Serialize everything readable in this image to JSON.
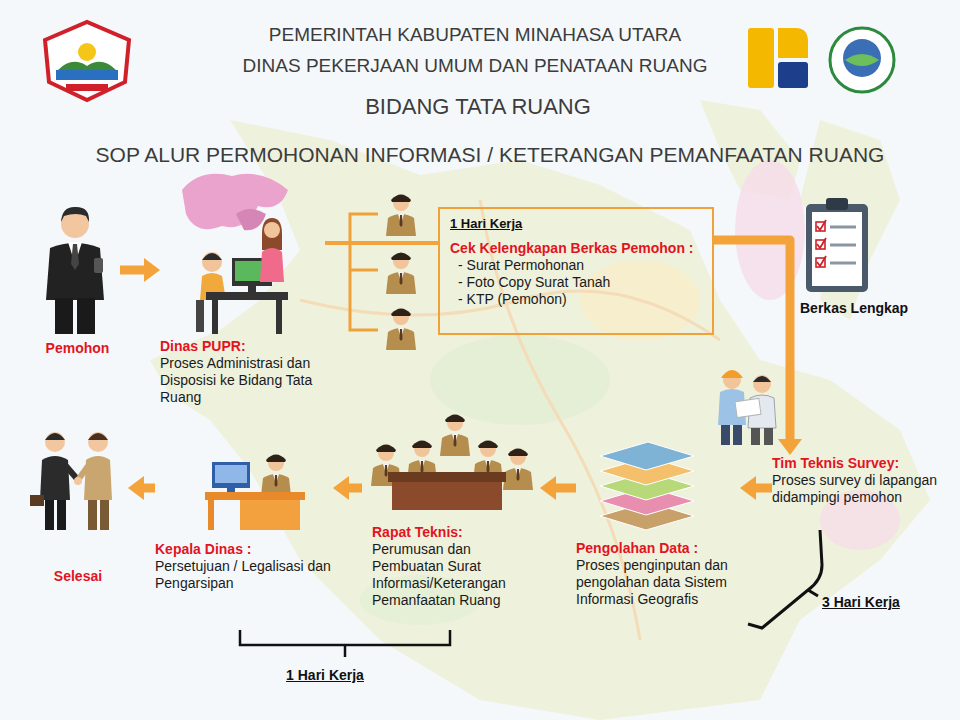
{
  "diagram": {
    "title": "SOP ALUR PERMOHONAN INFORMASI / KETERANGAN PEMANFAATAN RUANG",
    "nodes": [
      {
        "text": [
          "Pemohon"
        ]
      },
      {
        "text": [
          "Dinas PUPR:",
          "Proses Administrasi dan Disposisi ke Bidang Tata Ruang"
        ]
      },
      {
        "text": [
          "1 Hari Kerja",
          "Cek Kelengkapan Berkas Pemohon :",
          "- Surat Permohonan",
          "- Foto Copy Surat Tanah",
          "- KTP (Pemohon)"
        ]
      },
      {
        "text": [
          "Tim Teknis Survey:",
          "Proses survey di lapangan didampingi pemohon"
        ]
      },
      {
        "text": [
          "Pengolahan Data :",
          "Proses penginputan dan pengolahan data Sistem Informasi Geografis"
        ]
      },
      {
        "text": [
          "Rapat Teknis:",
          "Perumusan dan Pembuatan Surat Informasi/Keterangan Pemanfaatan Ruang"
        ]
      },
      {
        "text": [
          "Kepala Dinas :",
          "Persetujuan / Legalisasi dan Pengarsipan"
        ]
      },
      {
        "text": [
          "Selesai"
        ]
      }
    ],
    "edges": [
      {
        "from": 0,
        "to": 1,
        "arrow": "to"
      },
      {
        "from": 1,
        "to": 2,
        "arrow": "none"
      },
      {
        "from": 2,
        "to": 3,
        "label": "Berkas Lengkap",
        "arrow": "to"
      },
      {
        "from": 3,
        "to": 4,
        "arrow": "to"
      },
      {
        "from": 4,
        "to": 5,
        "arrow": "to"
      },
      {
        "from": 5,
        "to": 6,
        "arrow": "to"
      },
      {
        "from": 6,
        "to": 7,
        "arrow": "to"
      }
    ],
    "labels": [
      "PEMERINTAH KABUPATEN MINAHASA UTARA",
      "DINAS PEKERJAAN UMUM DAN PENATAAN RUANG",
      "BIDANG TATA RUANG",
      "3 Hari Kerja",
      "1 Hari Kerja"
    ]
  }
}
